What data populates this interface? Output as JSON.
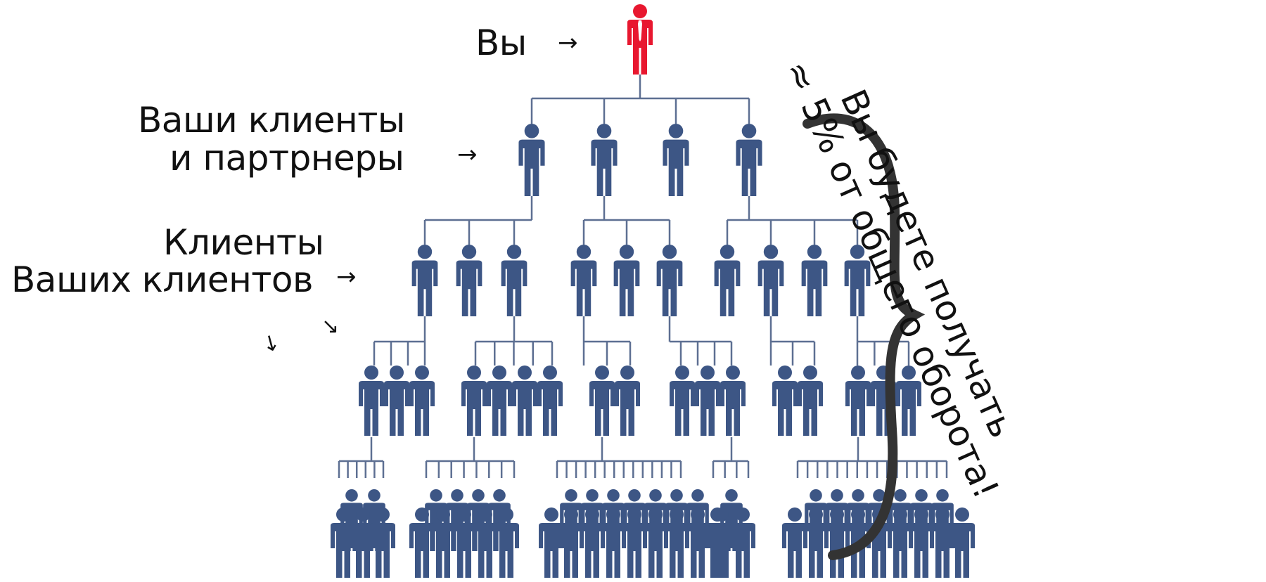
{
  "labels": {
    "you": "Вы",
    "your_clients_line1": "Ваши клиенты",
    "your_clients_line2": "и партрнеры",
    "clients_of_clients_line1": "Клиенты",
    "clients_of_clients_line2": "Ваших клиентов",
    "arrow_right": "→",
    "arrow_down": "↓",
    "arrow_down_right": "↘"
  },
  "note": {
    "line1": "Вы будете получать",
    "line2": "≈ 5% от общего оборота!"
  },
  "colors": {
    "you": "#e8172f",
    "people": "#3d5685",
    "lines": "#5d6f92",
    "brace": "#333333",
    "text": "#111111"
  },
  "icons": {
    "person": "person-icon",
    "brace": "curly-brace"
  }
}
